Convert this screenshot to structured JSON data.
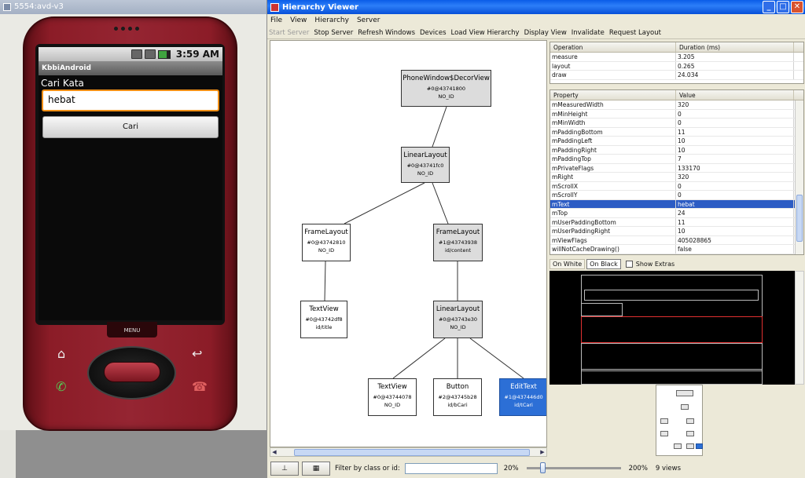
{
  "emulator": {
    "window_title": "5554:avd-v3",
    "status_time": "3:59 AM",
    "app_title": "KbbiAndroid",
    "label": "Cari Kata",
    "input_value": "hebat",
    "button_label": "Cari",
    "menu_key_label": "MENU"
  },
  "hv": {
    "window_title": "Hierarchy Viewer",
    "menu": [
      "File",
      "View",
      "Hierarchy",
      "Server"
    ],
    "toolbar": {
      "start_server": "Start Server",
      "stop_server": "Stop Server",
      "refresh_windows": "Refresh Windows",
      "devices": "Devices",
      "load_view_hierarchy": "Load View Hierarchy",
      "display_view": "Display View",
      "invalidate": "Invalidate",
      "request_layout": "Request Layout"
    },
    "nodes": [
      {
        "name": "PhoneWindow$DecorView",
        "id": "#0@43741800",
        "rid": "NO_ID"
      },
      {
        "name": "LinearLayout",
        "id": "#0@43741fc0",
        "rid": "NO_ID"
      },
      {
        "name": "FrameLayout",
        "id": "#0@43742810",
        "rid": "NO_ID"
      },
      {
        "name": "FrameLayout",
        "id": "#1@43743938",
        "rid": "id/content"
      },
      {
        "name": "TextView",
        "id": "#0@43742df8",
        "rid": "id/title"
      },
      {
        "name": "LinearLayout",
        "id": "#0@43743e30",
        "rid": "NO_ID"
      },
      {
        "name": "TextView",
        "id": "#0@43744078",
        "rid": "NO_ID"
      },
      {
        "name": "Button",
        "id": "#2@43745b28",
        "rid": "id/bCari"
      },
      {
        "name": "EditText",
        "id": "#1@437446d0",
        "rid": "id/tCari"
      }
    ],
    "operations": {
      "headers": [
        "Operation",
        "Duration (ms)"
      ],
      "rows": [
        [
          "measure",
          "3.205"
        ],
        [
          "layout",
          "0.265"
        ],
        [
          "draw",
          "24.034"
        ]
      ]
    },
    "properties": {
      "headers": [
        "Property",
        "Value"
      ],
      "rows": [
        [
          "mMeasuredWidth",
          "320"
        ],
        [
          "mMinHeight",
          "0"
        ],
        [
          "mMinWidth",
          "0"
        ],
        [
          "mPaddingBottom",
          "11"
        ],
        [
          "mPaddingLeft",
          "10"
        ],
        [
          "mPaddingRight",
          "10"
        ],
        [
          "mPaddingTop",
          "7"
        ],
        [
          "mPrivateFlags",
          "133170"
        ],
        [
          "mRight",
          "320"
        ],
        [
          "mScrollX",
          "0"
        ],
        [
          "mScrollY",
          "0"
        ],
        [
          "mText",
          "hebat"
        ],
        [
          "mTop",
          "24"
        ],
        [
          "mUserPaddingBottom",
          "11"
        ],
        [
          "mUserPaddingRight",
          "10"
        ],
        [
          "mViewFlags",
          "405028865"
        ],
        [
          "willNotCacheDrawing()",
          "false"
        ]
      ],
      "selected_row": "mText"
    },
    "preview": {
      "on_white": "On White",
      "on_black": "On Black",
      "show_extras": "Show Extras"
    },
    "bottom": {
      "filter_label": "Filter by class or id:",
      "filter_value": "",
      "zoom_min": "20%",
      "zoom_max": "200%",
      "zoom_fraction": 0.15,
      "view_count": "9 views"
    },
    "colors": {
      "selected_node": "#2c6fd6",
      "title_bar": "#0a5ce8",
      "phone_body": "#952532",
      "input_focus": "#f08f16"
    }
  }
}
